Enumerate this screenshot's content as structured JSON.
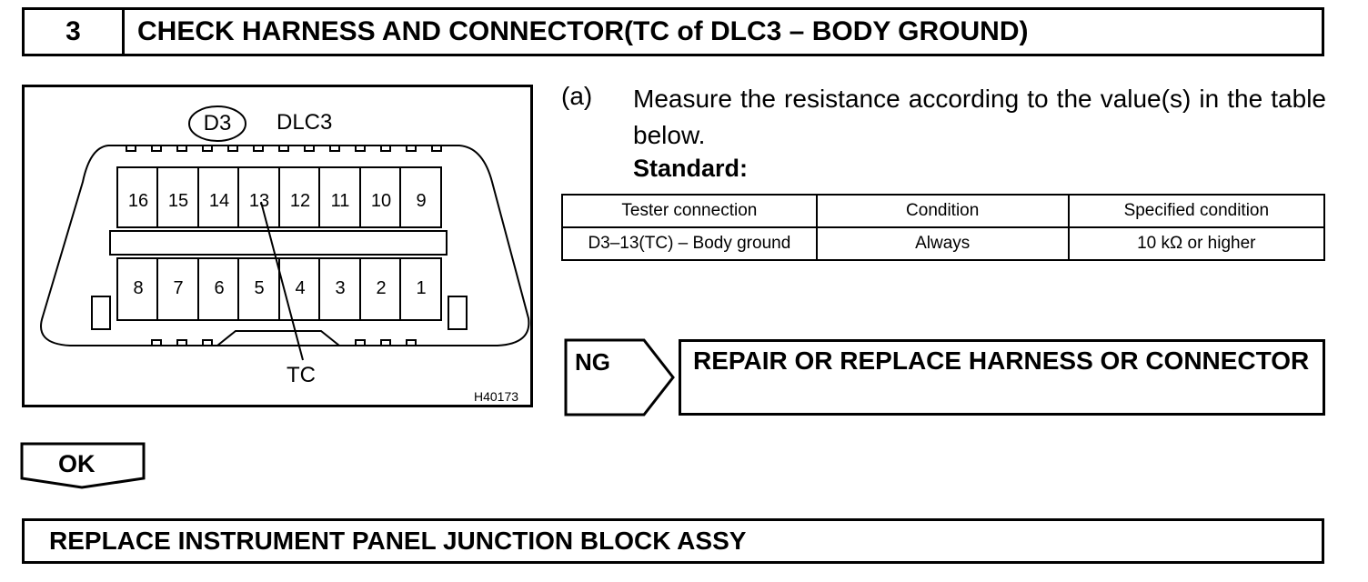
{
  "step": {
    "number": "3",
    "title": "CHECK HARNESS AND CONNECTOR(TC of DLC3 – BODY GROUND)"
  },
  "diagram": {
    "connector_code": "D3",
    "connector_name": "DLC3",
    "pins_top": [
      "16",
      "15",
      "14",
      "13",
      "12",
      "11",
      "10",
      "9"
    ],
    "pins_bottom": [
      "8",
      "7",
      "6",
      "5",
      "4",
      "3",
      "2",
      "1"
    ],
    "callout": "TC",
    "figure_code": "H40173"
  },
  "instructions": {
    "marker": "(a)",
    "text": "Measure the resistance according to the value(s) in the table below.",
    "standard_label": "Standard:"
  },
  "table": {
    "headers": [
      "Tester connection",
      "Condition",
      "Specified condition"
    ],
    "rows": [
      [
        "D3–13(TC) – Body ground",
        "Always",
        "10 kΩ or higher"
      ]
    ]
  },
  "ng": {
    "label": "NG",
    "action": "REPAIR OR REPLACE HARNESS OR CONNECTOR"
  },
  "ok": {
    "label": "OK",
    "action": "REPLACE INSTRUMENT PANEL JUNCTION BLOCK ASSY"
  }
}
